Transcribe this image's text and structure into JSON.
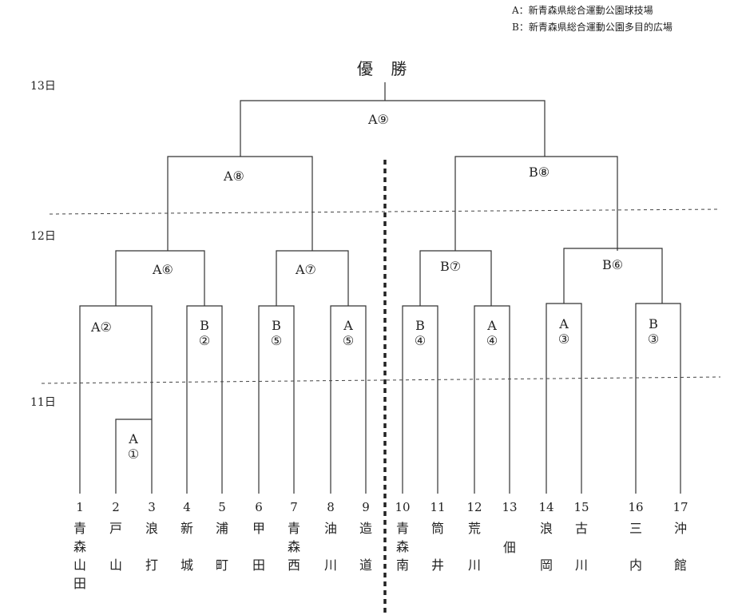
{
  "legend": {
    "a": "A：新青森県総合運動公園球技場",
    "b": "B：新青森県総合運動公園多目的広場"
  },
  "title": "優 勝",
  "days": {
    "d13": "13日",
    "d12": "12日",
    "d11": "11日"
  },
  "matches": {
    "final": "A⑨",
    "a8": "A⑧",
    "b8": "B⑧",
    "a6": "A⑥",
    "a7": "A⑦",
    "b7": "B⑦",
    "b6": "B⑥",
    "a2": "A②",
    "b2": "B②",
    "b5": "B⑤",
    "a5": "A⑤",
    "b4": "B④",
    "a4": "A④",
    "a3": "A③",
    "b3": "B③",
    "a1": "A①"
  },
  "teams": [
    {
      "num": "1",
      "name": [
        "青",
        "森",
        "山",
        "田"
      ]
    },
    {
      "num": "2",
      "name": [
        "戸",
        "山"
      ]
    },
    {
      "num": "3",
      "name": [
        "浪",
        "打"
      ]
    },
    {
      "num": "4",
      "name": [
        "新",
        "城"
      ]
    },
    {
      "num": "5",
      "name": [
        "浦",
        "町"
      ]
    },
    {
      "num": "6",
      "name": [
        "甲",
        "田"
      ]
    },
    {
      "num": "7",
      "name": [
        "青",
        "森",
        "西"
      ]
    },
    {
      "num": "8",
      "name": [
        "油",
        "川"
      ]
    },
    {
      "num": "9",
      "name": [
        "造",
        "道"
      ]
    },
    {
      "num": "10",
      "name": [
        "青",
        "森",
        "南"
      ]
    },
    {
      "num": "11",
      "name": [
        "筒",
        "井"
      ]
    },
    {
      "num": "12",
      "name": [
        "荒",
        "川"
      ]
    },
    {
      "num": "13",
      "name": [
        "佃"
      ]
    },
    {
      "num": "14",
      "name": [
        "浪",
        "岡"
      ]
    },
    {
      "num": "15",
      "name": [
        "古",
        "川"
      ]
    },
    {
      "num": "16",
      "name": [
        "三",
        "内"
      ]
    },
    {
      "num": "17",
      "name": [
        "沖",
        "館"
      ]
    }
  ]
}
